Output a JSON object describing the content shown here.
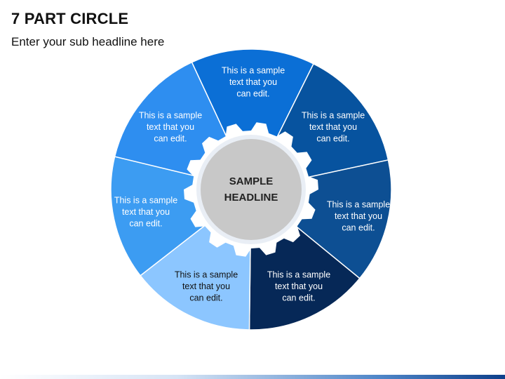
{
  "title": "7 PART CIRCLE",
  "subtitle": "Enter your sub headline here",
  "center": {
    "line1": "SAMPLE",
    "line2": "HEADLINE"
  },
  "segments": [
    {
      "color": "#0b6fd6",
      "lines": [
        "This is a sample",
        "text that you",
        "can edit."
      ],
      "text_color": "#ffffff"
    },
    {
      "color": "#07539f",
      "lines": [
        "This is a sample",
        "text that you",
        "can edit."
      ],
      "text_color": "#ffffff"
    },
    {
      "color": "#0d4f93",
      "lines": [
        "This is a sample",
        "text that you",
        "can edit."
      ],
      "text_color": "#ffffff"
    },
    {
      "color": "#062857",
      "lines": [
        "This is a sample",
        "text that you",
        "can edit."
      ],
      "text_color": "#ffffff"
    },
    {
      "color": "#8cc6ff",
      "lines": [
        "This is a sample",
        "text that you",
        "can edit."
      ],
      "text_color": "#111111"
    },
    {
      "color": "#3c9cf2",
      "lines": [
        "This is a sample",
        "text that you",
        "can edit."
      ],
      "text_color": "#ffffff"
    },
    {
      "color": "#2e8ef0",
      "lines": [
        "This is a sample",
        "text that you",
        "can edit."
      ],
      "text_color": "#ffffff"
    }
  ],
  "colors": {
    "center_fill": "#c8c8c8",
    "gear_fill": "#ffffff"
  }
}
